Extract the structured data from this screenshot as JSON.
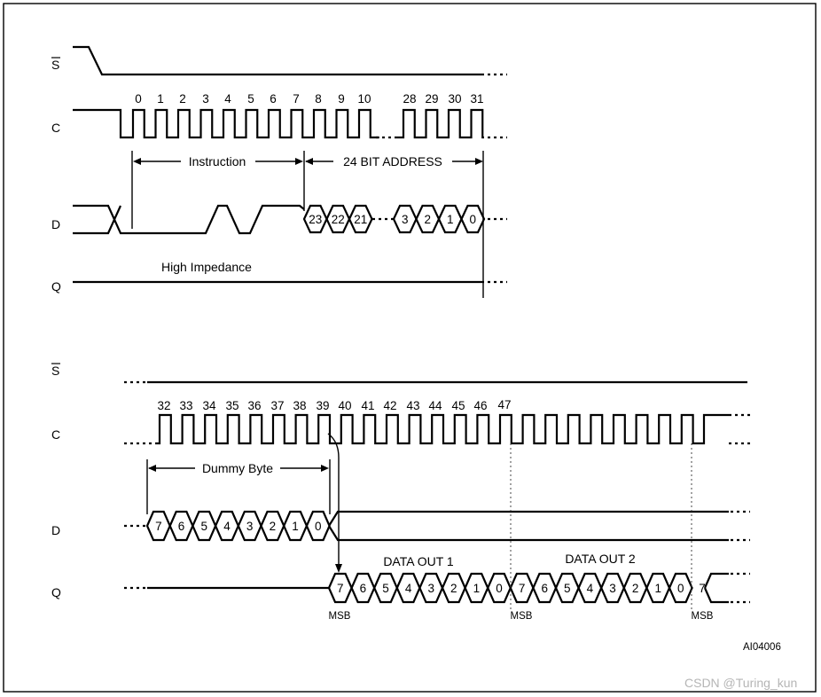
{
  "signals": {
    "s": "S",
    "c": "C",
    "d": "D",
    "q": "Q"
  },
  "top": {
    "clock_numbers_a": [
      "0",
      "1",
      "2",
      "3",
      "4",
      "5",
      "6",
      "7",
      "8",
      "9",
      "10"
    ],
    "clock_numbers_b": [
      "28",
      "29",
      "30",
      "31"
    ],
    "instruction_label": "Instruction",
    "address_label": "24 BIT ADDRESS",
    "address_bits_a": [
      "23",
      "22",
      "21"
    ],
    "address_bits_b": [
      "3",
      "2",
      "1",
      "0"
    ],
    "high_impedance_label": "High Impedance"
  },
  "bottom": {
    "clock_numbers": [
      "32",
      "33",
      "34",
      "35",
      "36",
      "37",
      "38",
      "39",
      "40",
      "41",
      "42",
      "43",
      "44",
      "45",
      "46",
      "47"
    ],
    "dummy_label": "Dummy Byte",
    "dummy_bits": [
      "7",
      "6",
      "5",
      "4",
      "3",
      "2",
      "1",
      "0"
    ],
    "data_out_1_label": "DATA OUT 1",
    "data_out_2_label": "DATA OUT 2",
    "q_bits_1": [
      "7",
      "6",
      "5",
      "4",
      "3",
      "2",
      "1",
      "0"
    ],
    "q_bits_2": [
      "7",
      "6",
      "5",
      "4",
      "3",
      "2",
      "1",
      "0"
    ],
    "q_bit_tail": "7",
    "msb_label": "MSB"
  },
  "figure_id": "AI04006",
  "watermark": "CSDN @Turing_kun"
}
